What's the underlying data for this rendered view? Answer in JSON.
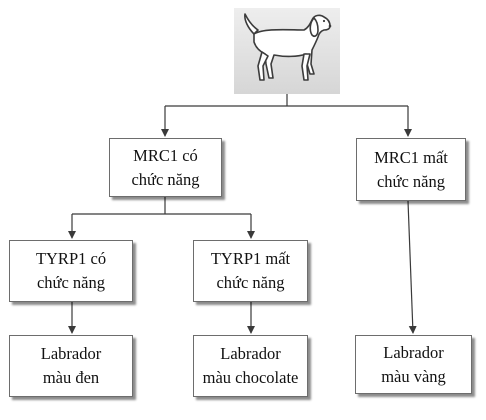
{
  "icon": "dog-icon",
  "colors": {
    "line": "#3a3a3a",
    "box_border": "#6d6d6d",
    "icon_bg": "#e2e2e2"
  },
  "nodes": {
    "mrc1_functional": [
      "MRC1 có",
      "chức năng"
    ],
    "mrc1_loss": [
      "MRC1 mất",
      "chức năng"
    ],
    "tyrp1_functional": [
      "TYRP1 có",
      "chức năng"
    ],
    "tyrp1_loss": [
      "TYRP1 mất",
      "chức năng"
    ],
    "labrador_black": [
      "Labrador",
      "màu đen"
    ],
    "labrador_chocolate": [
      "Labrador",
      "màu chocolate"
    ],
    "labrador_yellow": [
      "Labrador",
      "màu vàng"
    ]
  }
}
